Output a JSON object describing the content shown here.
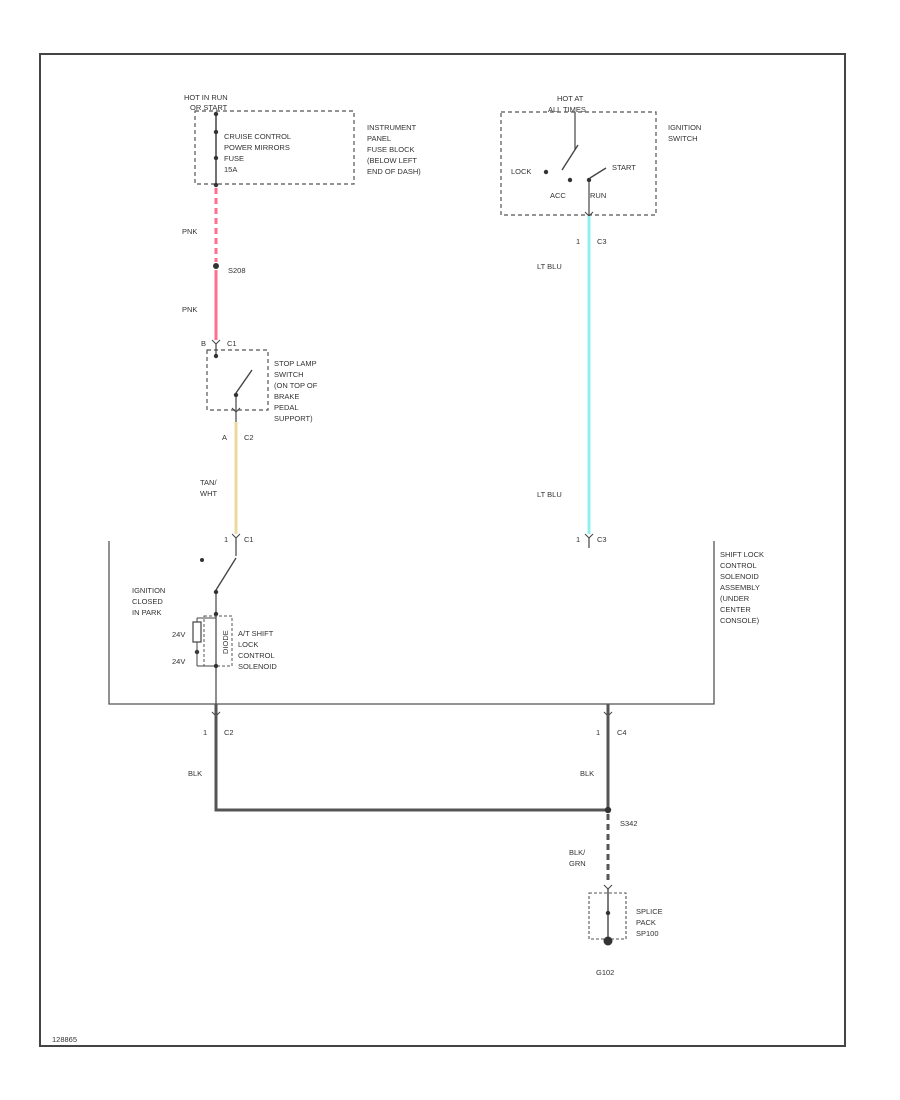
{
  "fuse_box": {
    "hot_label": [
      "HOT IN RUN",
      "OR START"
    ],
    "fuse_name": [
      "CRUISE CONTROL",
      "POWER MIRRORS",
      "FUSE",
      "15A"
    ],
    "location": [
      "INSTRUMENT",
      "PANEL",
      "FUSE BLOCK",
      "(BELOW LEFT",
      "END OF DASH)"
    ]
  },
  "ignition_switch": {
    "hot_label": [
      "HOT AT",
      "ALL TIMES"
    ],
    "name": [
      "IGNITION",
      "SWITCH"
    ],
    "positions": {
      "lock": "LOCK",
      "acc": "ACC",
      "run": "RUN",
      "start": "START"
    }
  },
  "splice_s208": "S208",
  "stop_lamp_switch": {
    "in_pin": "B",
    "in_conn": "C1",
    "out_pin": "A",
    "out_conn": "C2",
    "label": [
      "STOP LAMP",
      "SWITCH",
      "(ON TOP OF",
      "BRAKE",
      "PEDAL",
      "SUPPORT)"
    ]
  },
  "wires": {
    "pnk_1": "PNK",
    "pnk_2": "PNK",
    "tan_wht": [
      "TAN/",
      "WHT"
    ],
    "lt_blu_1": "LT BLU",
    "lt_blu_2": "LT BLU",
    "blk_left": "BLK",
    "blk_right": "BLK",
    "blk_grn": [
      "BLK/",
      "GRN"
    ]
  },
  "ignition_conn": {
    "pin": "1",
    "conn": "C3"
  },
  "shift_lock_assembly": {
    "left_input": {
      "pin": "1",
      "conn": "C1"
    },
    "right_input": {
      "pin": "1",
      "conn": "C3"
    },
    "left_output": {
      "pin": "1",
      "conn": "C2"
    },
    "right_output": {
      "pin": "1",
      "conn": "C4"
    },
    "ign_switch_label": [
      "IGNITION",
      "CLOSED",
      "IN PARK"
    ],
    "solenoid_label": [
      "A/T SHIFT",
      "LOCK",
      "CONTROL",
      "SOLENOID"
    ],
    "diode_label": "DIODE",
    "voltage_1": "24V",
    "voltage_2": "24V",
    "assembly_label": [
      "SHIFT LOCK",
      "CONTROL",
      "SOLENOID",
      "ASSEMBLY",
      "(UNDER",
      "CENTER",
      "CONSOLE)"
    ]
  },
  "splice_s342": "S342",
  "splice_pack": [
    "SPLICE",
    "PACK",
    "SP100"
  ],
  "ground": "G102",
  "footer_id": "128865",
  "colors": {
    "pnk": "#ff6f8f",
    "tan_wht": "#ecd9a0",
    "lt_blu": "#8ff0f0",
    "blk": "#555555",
    "line": "#444444"
  }
}
